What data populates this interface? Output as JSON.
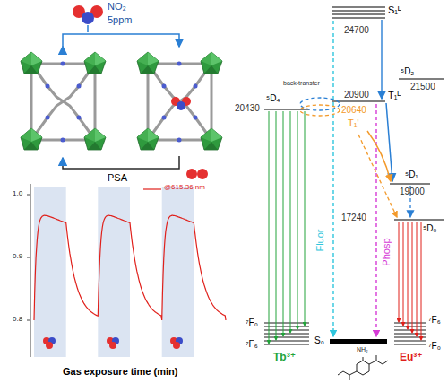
{
  "diagram": {
    "labels": [
      "NO₂",
      "5ppm",
      "PSA",
      "1.0",
      "0.9",
      "0.8",
      "Gas exposure time (min)",
      "S₁ᴸ",
      "24700",
      "T₁ᴸ",
      "20900",
      "back-transfer",
      "20640",
      "T₁'",
      "⁵D₂",
      "21500",
      "20430",
      "⁵D₄",
      "⁵D₁",
      "19000",
      "17240",
      "⁵D₀",
      "⁷F₀",
      "⁷F₆",
      "Fluor",
      "Phosp",
      "⁷F₆",
      "⁷F₀",
      "Tb³⁺",
      "Eu³⁺",
      "S₀",
      "NH₂"
    ],
    "legend": [
      {
        "text": "@615.36 nm"
      }
    ]
  }
}
